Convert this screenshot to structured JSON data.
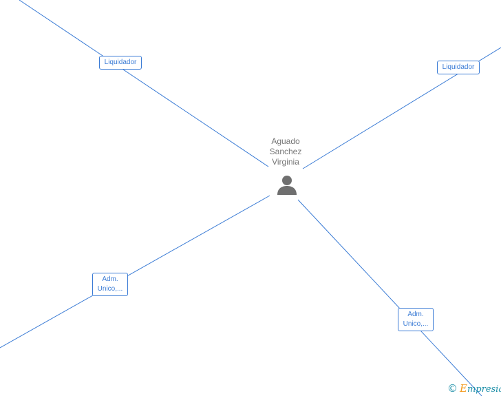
{
  "center_node": {
    "name_lines": [
      "Aguado",
      "Sanchez",
      "Virginia"
    ],
    "icon": "person-icon"
  },
  "roles": [
    {
      "lines": [
        "Liquidador"
      ]
    },
    {
      "lines": [
        "Liquidador"
      ]
    },
    {
      "lines": [
        "Adm.",
        "Unico,..."
      ]
    },
    {
      "lines": [
        "Adm.",
        "Unico,..."
      ]
    }
  ],
  "watermark": {
    "copyright_symbol": "©",
    "brand_first": "E",
    "brand_rest": "mpresia"
  },
  "colors": {
    "edge": "#3a7bd5",
    "label_text": "#777777",
    "icon": "#6f6f6f",
    "brand": "#1d8fa8",
    "brand_accent": "#f39a1e"
  }
}
